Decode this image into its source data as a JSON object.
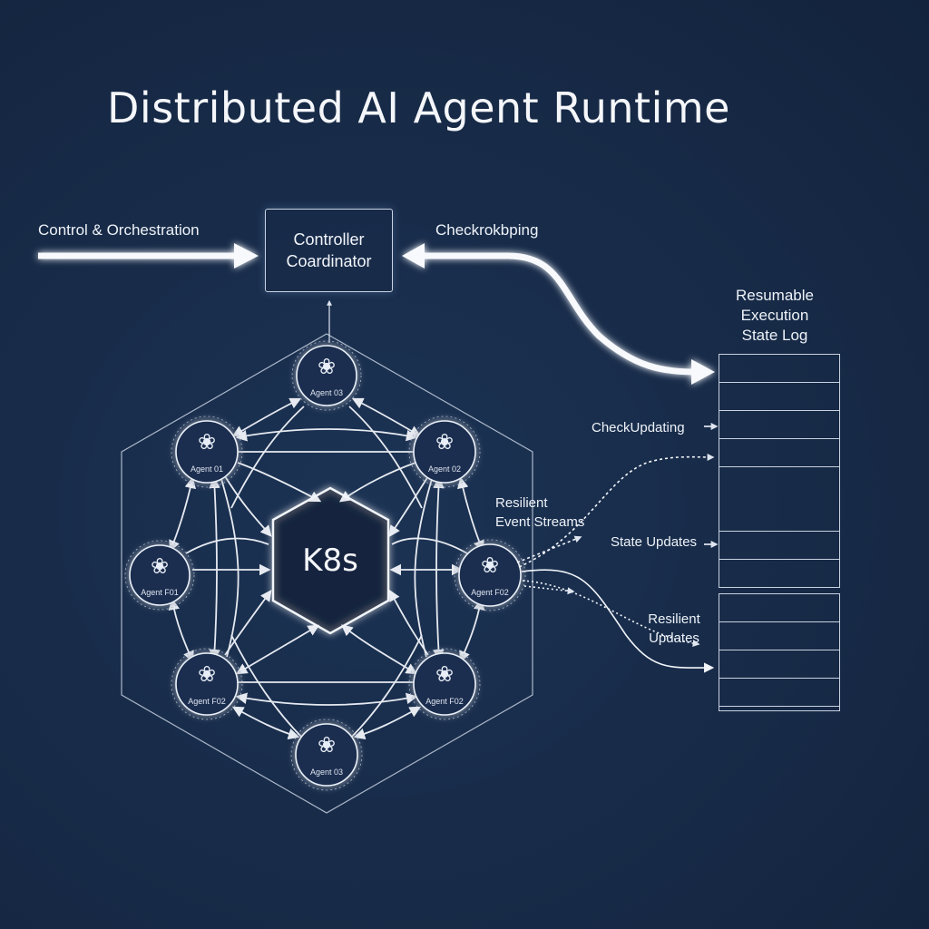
{
  "title": "Distributed AI Agent Runtime",
  "labels": {
    "control": "Control & Orchestration",
    "checkpointing": "Checkrokbping",
    "controller_line1": "Controller",
    "controller_line2": "Coardinator",
    "log_line1": "Resumable",
    "log_line2": "Execution",
    "log_line3": "State Log",
    "check_updating": "CheckUpdating",
    "resilient_event_1": "Resilient",
    "resilient_event_2": "Event Streams",
    "state_updates": "State Updates",
    "resilient_updates_1": "Resilient",
    "resilient_updates_2": "Updates",
    "k8s": "K8s"
  },
  "agents": [
    {
      "id": "top",
      "label": "Agent 03"
    },
    {
      "id": "upper-left",
      "label": "Agent 01"
    },
    {
      "id": "upper-right",
      "label": "Agent 02"
    },
    {
      "id": "mid-left",
      "label": "Agent F01"
    },
    {
      "id": "mid-right",
      "label": "Agent F02"
    },
    {
      "id": "lower-left",
      "label": "Agent F02"
    },
    {
      "id": "lower-right",
      "label": "Agent F02"
    },
    {
      "id": "bottom",
      "label": "Agent 03"
    }
  ],
  "colors": {
    "background": "#172a47",
    "line": "#f2f5fa",
    "glow": "#8fb6ff"
  },
  "icons": {
    "agent": "brain-icon"
  }
}
